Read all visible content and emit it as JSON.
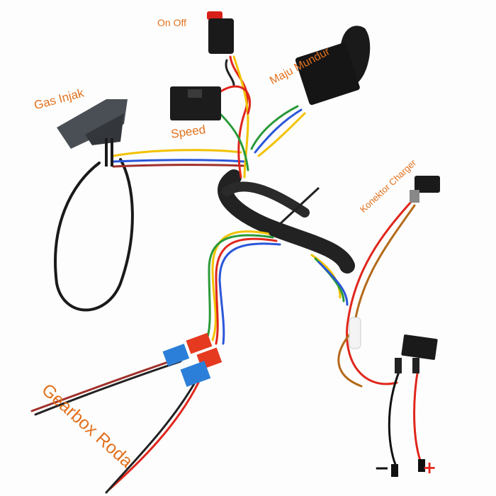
{
  "labels": {
    "on_off": "On Off",
    "maju_mundur": "Maju Mundur",
    "gas_injak": "Gas Injak",
    "speed": "Speed",
    "konektor_charger": "Konektor Charger",
    "gearbox_roda": "Gearbox Roda",
    "minus": "−",
    "plus": "+"
  },
  "colors": {
    "label": "#e2711d",
    "plus": "#e8261c",
    "minus": "#111111"
  }
}
